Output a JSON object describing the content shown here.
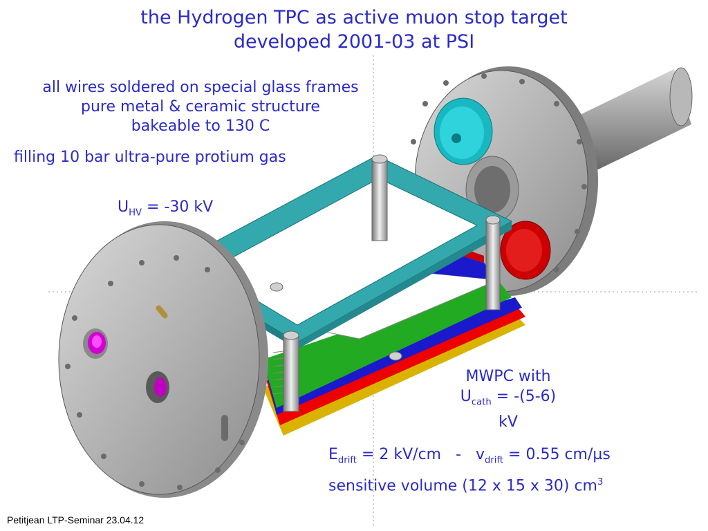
{
  "slide": {
    "title_line1": "the Hydrogen TPC as active muon stop target",
    "title_line2": "developed 2001-03 at PSI",
    "notes": {
      "line1": "all wires soldered on special glass frames",
      "line2": "pure metal & ceramic structure",
      "line3": "bakeable to 130 C",
      "filling": "filling 10 bar ultra-pure protium gas"
    },
    "uhv": {
      "symbol": "U",
      "sub": "HV",
      "rest": " = -30 kV"
    },
    "mwpc": {
      "line1": "MWPC with",
      "symbol": "U",
      "sub": "cath",
      "rest": " = -(5-6)",
      "line3": "kV"
    },
    "drift": {
      "e_symbol": "E",
      "e_sub": "drift",
      "e_rest": " = 2 kV/cm   -   v",
      "v_sub": "drift",
      "v_rest": " = 0.55 cm/µs"
    },
    "sensitive": {
      "text": "sensitive volume (12 x 15 x 30) cm",
      "sup": "3"
    },
    "footer": "Petitjean LTP-Seminar 23.04.12"
  }
}
